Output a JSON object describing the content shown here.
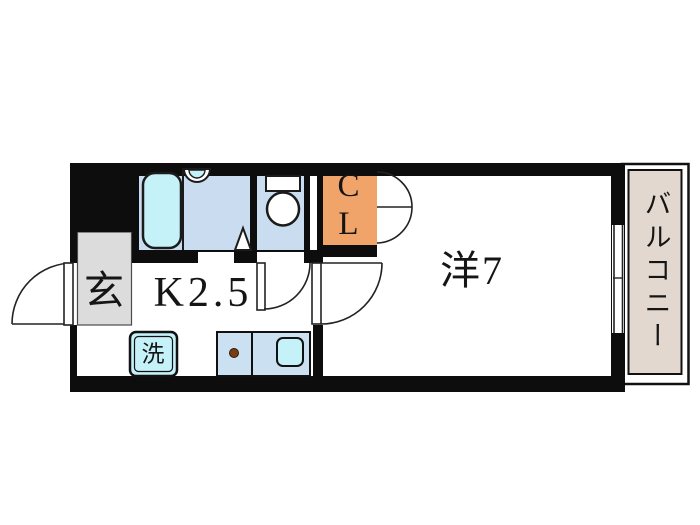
{
  "floorplan": {
    "labels": {
      "entrance": "玄",
      "kitchen": "K2.5",
      "room": "洋7",
      "closet": "CL",
      "washer": "洗",
      "balcony": "バルコニー"
    },
    "colors": {
      "wall": "#0d0d0d",
      "wet_floor_blue": "#cadcef",
      "fixture_cyan": "#c5f1f8",
      "closet_orange": "#f0a469",
      "entrance_gray": "#dcdcdc",
      "balcony_beige": "#e2d8d0",
      "counter_blue": "#cbe1f2",
      "burner_brown": "#7a3c10"
    }
  }
}
